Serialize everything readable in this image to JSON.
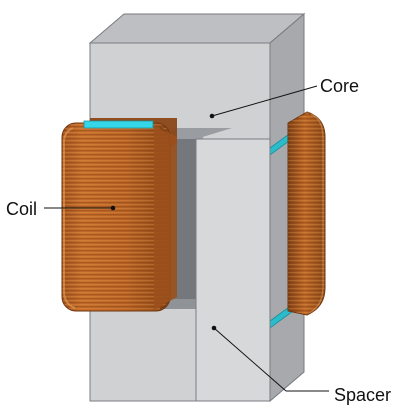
{
  "labels": {
    "core": "Core",
    "coil": "Coil",
    "spacer": "Spacer"
  },
  "colors": {
    "core_front": "#cfd0d2",
    "core_side": "#a7a9ad",
    "core_top": "#b9bbbe",
    "core_edge": "#77797d",
    "spacer": "#35d6e7",
    "coil_main": "#b46123",
    "coil_dark": "#7b3f16",
    "coil_light": "#dd8c3d",
    "leader": "#111111"
  }
}
